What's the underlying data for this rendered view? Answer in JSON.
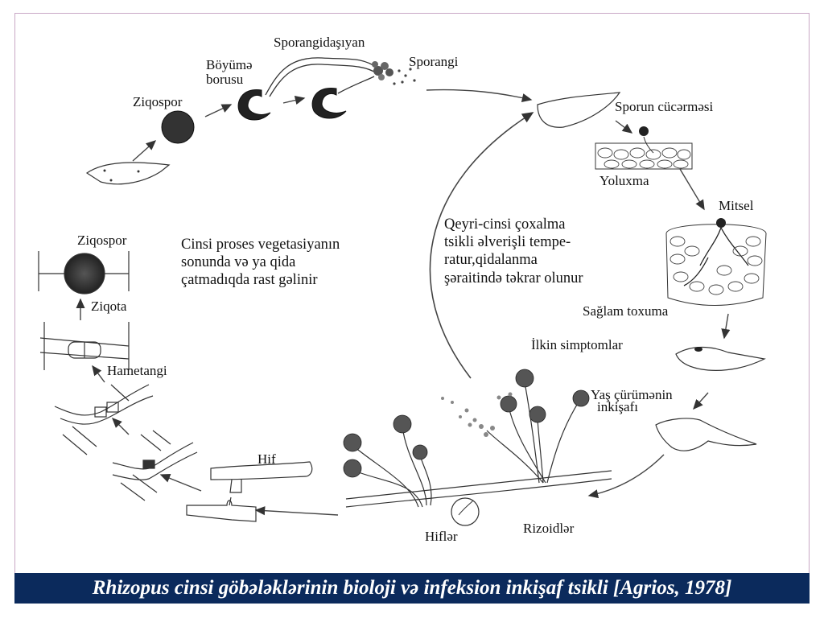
{
  "labels": {
    "sporangidasiyan": "Sporangidaşıyan",
    "sporangi": "Sporangi",
    "boyume_borusu_1": "Böyümə",
    "boyume_borusu_2": "borusu",
    "ziqospor_top": "Ziqospor",
    "sporun_cucermesi": "Sporun cücərməsi",
    "yoluxma": "Yoluxma",
    "mitsel": "Mitsel",
    "saglam_toxuma": "Sağlam toxuma",
    "ilkin_simptomlar": "İlkin simptomlar",
    "yas_curumenin_1": "Yaş çürümənin",
    "yas_curumenin_2": "inkişafı",
    "rizoidler": "Rizoidlər",
    "hifler": "Hiflər",
    "hif": "Hif",
    "hametangi": "Hametangi",
    "ziqota": "Ziqota",
    "ziqospor_left": "Ziqospor"
  },
  "notes": {
    "sexual": [
      "Cinsi proses vegetasiyanın",
      "sonunda və ya qida",
      "çatmadıqda rast gəlinir"
    ],
    "asexual": [
      "Qeyri-cinsi çoxalma",
      "tsikli əlverişli tempe-",
      "ratur,qidalanma",
      "şəraitində təkrar olunur"
    ]
  },
  "caption": "Rhizopus cinsi göbələklərinin bioloji və infeksion inkişaf tsikli [Agrios, 1978]",
  "colors": {
    "caption_bg": "#0b2a5c",
    "caption_text": "#ffffff",
    "frame_border": "#c9a8c6",
    "ink": "#222222"
  }
}
